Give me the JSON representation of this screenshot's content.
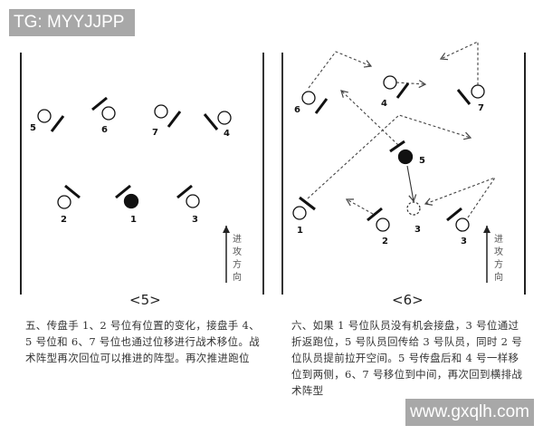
{
  "watermarks": {
    "top": "TG: MYYJJPP",
    "bottom": "www.gxqlh.com"
  },
  "panels": [
    {
      "id": "5",
      "label": "<5>",
      "direction_label": [
        "进",
        "攻",
        "方",
        "向"
      ],
      "players": [
        {
          "number": "5",
          "has_disc": false
        },
        {
          "number": "6",
          "has_disc": false
        },
        {
          "number": "7",
          "has_disc": false
        },
        {
          "number": "4",
          "has_disc": false
        },
        {
          "number": "2",
          "has_disc": false
        },
        {
          "number": "1",
          "has_disc": true
        },
        {
          "number": "3",
          "has_disc": false
        }
      ],
      "caption": "五、传盘手 1、2 号位有位置的变化，接盘手 4、5 号位和 6、7 号位也通过位移进行战术移位。战术阵型再次回位可以推进的阵型。再次推进跑位"
    },
    {
      "id": "6",
      "label": "<6>",
      "direction_label": [
        "进",
        "攻",
        "方",
        "向"
      ],
      "players": [
        {
          "number": "6",
          "has_disc": false
        },
        {
          "number": "4",
          "has_disc": false
        },
        {
          "number": "7",
          "has_disc": false
        },
        {
          "number": "5",
          "has_disc": true
        },
        {
          "number": "1",
          "has_disc": false
        },
        {
          "number": "2",
          "has_disc": false
        },
        {
          "number": "3",
          "has_disc": false,
          "ghost": true
        },
        {
          "number": "3",
          "has_disc": false
        }
      ],
      "caption": "六、如果 1 号位队员没有机会接盘，3 号位通过折返跑位，5 号队员回传给 3 号队员，同时 2 号位队员提前拉开空间。5 号传盘后和 4 号一样移位到两侧，6、7 号移位到中间，再次回到横排战术阵型"
    }
  ],
  "colors": {
    "line": "#222222",
    "dashed": "#444444",
    "watermark_bg": "#a8a8a8",
    "watermark_text": "#ffffff"
  }
}
